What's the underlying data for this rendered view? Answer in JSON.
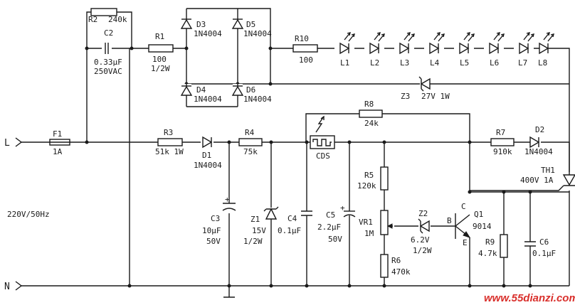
{
  "diagram": {
    "terminals": {
      "live": "L",
      "neutral": "N"
    },
    "supply": "220V/50Hz",
    "fuse": {
      "ref": "F1",
      "value": "1A"
    },
    "r2": {
      "ref": "R2",
      "value": "240k"
    },
    "c2": {
      "ref": "C2",
      "value": "0.33μF",
      "rating": "250VAC"
    },
    "r1": {
      "ref": "R1",
      "value": "100",
      "rating": "1/2W"
    },
    "d3": {
      "ref": "D3",
      "part": "1N4004"
    },
    "d4": {
      "ref": "D4",
      "part": "1N4004"
    },
    "d5": {
      "ref": "D5",
      "part": "1N4004"
    },
    "d6": {
      "ref": "D6",
      "part": "1N4004"
    },
    "r10": {
      "ref": "R10",
      "value": "100"
    },
    "leds": [
      "L1",
      "L2",
      "L3",
      "L4",
      "L5",
      "L6",
      "L7",
      "L8"
    ],
    "z3": {
      "ref": "Z3",
      "value": "27V 1W"
    },
    "r8": {
      "ref": "R8",
      "value": "24k"
    },
    "r3": {
      "ref": "R3",
      "value": "51k 1W"
    },
    "d1": {
      "ref": "D1",
      "part": "1N4004"
    },
    "r4": {
      "ref": "R4",
      "value": "75k"
    },
    "cds": {
      "ref": "CDS"
    },
    "r7": {
      "ref": "R7",
      "value": "910k"
    },
    "d2": {
      "ref": "D2",
      "part": "1N4004"
    },
    "th1": {
      "ref": "TH1",
      "value": "400V 1A"
    },
    "c3": {
      "ref": "C3",
      "value": "10μF",
      "rating": "50V"
    },
    "z1": {
      "ref": "Z1",
      "value": "15V",
      "rating": "1/2W"
    },
    "c4": {
      "ref": "C4",
      "value": "0.1μF"
    },
    "c5": {
      "ref": "C5",
      "value": "2.2μF",
      "rating": "50V"
    },
    "r5": {
      "ref": "R5",
      "value": "120k"
    },
    "vr1": {
      "ref": "VR1",
      "value": "1M"
    },
    "r6": {
      "ref": "R6",
      "value": "470k"
    },
    "z2": {
      "ref": "Z2",
      "value": "6.2V",
      "rating": "1/2W"
    },
    "q1": {
      "ref": "Q1",
      "part": "9014",
      "pin_b": "B",
      "pin_c": "C",
      "pin_e": "E"
    },
    "r9": {
      "ref": "R9",
      "value": "4.7k"
    },
    "c6": {
      "ref": "C6",
      "value": "0.1μF"
    },
    "plus_mark": "+",
    "watermark": "www.55dianzi.com"
  }
}
